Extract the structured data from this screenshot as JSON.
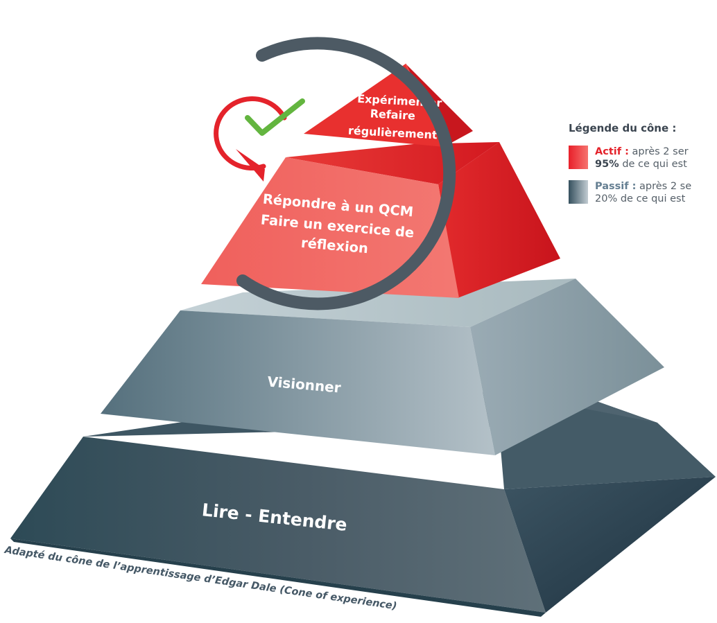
{
  "tiers": {
    "top": {
      "line1": "Expérimenter",
      "line2": "Refaire",
      "line3": "régulièrement"
    },
    "second": {
      "line1": "Répondre à un QCM",
      "line2": "Faire un exercice de",
      "line3": "réflexion"
    },
    "third": {
      "label": "Visionner"
    },
    "base": {
      "label": "Lire - Entendre"
    }
  },
  "legend": {
    "title": "Légende du cône :",
    "active": {
      "name": "Actif :",
      "text_line1": " après 2 ser",
      "text_line2_bold": "95%",
      "text_line2": " de ce qui est"
    },
    "passive": {
      "name": "Passif :",
      "text_line1": " après 2 se",
      "text_line2": "20% de ce qui est"
    }
  },
  "caption": "Adapté du cône de l’apprentissage d’Edgar Dale (Cone of experience)",
  "colors": {
    "active_red": "#e4232b",
    "passive_slate": "#3f5967",
    "ring": "#4d5a64",
    "check_green": "#63b53f"
  }
}
